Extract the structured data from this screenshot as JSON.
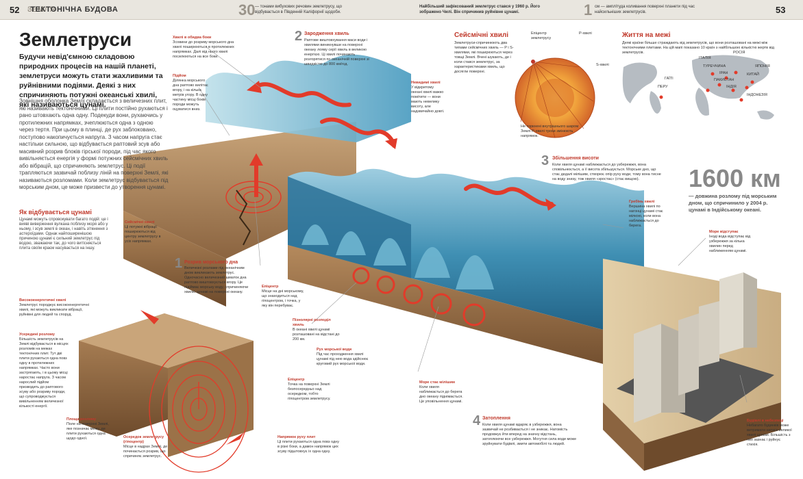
{
  "header": {
    "left_page": "52",
    "section_left": "ЗЕМЛЯ",
    "section_title": "ТЕКТОНІЧНА БУДОВА",
    "fact1_num": "30",
    "fact1_text": "— тонами вибухових речовин землетрусу, що відбувається в Південній Каліфорнії щодоби.",
    "fact2_text": "Найбільший зафіксований землетрус стався у 1960 р. Його зображено Чилі. Він спричинив руйнівне цунамі.",
    "fact3_num": "1",
    "fact3_text": "см — амплітуда коливання поверхні планети під час найсильніших землетрусів.",
    "right_page": "53"
  },
  "main": {
    "title": "Землетруси",
    "lead": "Будучи невід'ємною складовою природних процесів на нашій планеті, землетруси можуть стати жахливими та руйнівними подіями. Деякі з них спричиняють потужні океанські хвилі, які називаються цунамі.",
    "body": "Зовнішня оболонка Землі складається з величезних плит, які називають тектонічними. Ці плити постійно рухаються і рано штовхають одна одну. Подекуди вони, рухаючись у протилежних напрямках, зчеплюються одна з одною через тертя. При цьому в плинці, де рух заблоковано, поступово накопичується напруга. З часом напруга стає настільки сильною, що відбувається раптовий зсув або масивний розрив блоків гірської породи, під час якого вивільняється енергія у формі потужних сейсмічних хвиль або вібрацій, що спричиняють землетрус. Ці події трапляються зазвичай поблизу ліній на поверхні Землі, які називаються розломами. Коли землетрус відбувається під морським дном, це може призвести до утворення цунамі.",
    "tsunami_heading": "Як відбувається цунамі",
    "tsunami_body": "Цунамі можуть спровокувати багато подій: це і вияві виверження вулкана поблизу моря або у ньому, і зсув землі в океан, і навіть зіткнення з астероїдами. Однак найпоширенішою причиною цунамі є сильний землетрус під водою, зважаючи так, до чого витісняється плита своїм краєм насувається на іншу."
  },
  "labels": {
    "highwaves": "Хвилі в обидва боки\nЗсовини до розриву морського дна хвилі поширюються в протилежних напрямках. Далі від нього хвилі посилюються на все боки.",
    "rise": "Підйом\nДілянка морського дна раптово вилітає вгору, і на кілька метрів угору. В одну частину місці боків породи можуть оцуватися вниз.",
    "step2_num": "2",
    "step2_head": "Зародження хвиль",
    "step2_text": "Раптове виштовхування маси води і хвилями виникнувши на поверхні океану лояву серії хвиль в великою енергією. Ці хвилі починають розгорятися по океанічній поверхні зі швидкістю до 800 км/год.",
    "invisible": "Невидимі хвилі\nУ відкритому океані хвилі важко помітити — вони мають невелику висоту, але надзвичайно довгі.",
    "seismic_heading": "Сейсмічні хвилі",
    "seismic_text": "Землетруси-спричинюють два типами сейсмічних хвиль — P і S-хвилями, які поширюються через товщі Землі. Вчені шукають, де і коли стався землетрус, за характеристиками хвиль, що досягли поверхні.",
    "epicenter_small": "Епіцентр землетрусу",
    "pwaves": "P-хвилі",
    "swaves": "S-хвилі",
    "shadow_note": "Не торкнені внутрішнього шаром Землі P-хвилі трохи змінюють напрямок.",
    "life_heading": "Життя на межі",
    "life_text": "Деякі країни більше страждають від землетрусів, що вони розташовані на межі між тектонічними плитами. На цій мапі показано 10 країн з найбільшою кількістю жертв від землетрусів.",
    "map_countries": [
      "ІРАН",
      "КИТАЙ",
      "ПАКИСТАН",
      "ТУРЕЧЧИНА",
      "ІНДІЯ",
      "ЯПОНІЯ",
      "ПЕРУ",
      "ГАЇТІ",
      "ІНДОНЕЗІЯ",
      "РОСІЯ",
      "ІТАЛІЯ"
    ],
    "step3_num": "3",
    "step3_head": "Збільшення висоти",
    "step3_text": "Коли хвиля цунамі наближається до узбережжя, вона сповільнюється, а її висота збільшується. Морське дно, що стає дедалі мілішим, створює опір руху води, тому вона тисне на воду знизу, тож хвиля «зростає» (стає вищою).",
    "bignum": "1600 км",
    "bignum_text": "— довжина розлому під морським дном, що спричинило у 2004 р. цунамі в Індійському океані.",
    "crests": "Гребінь хвилі\nВершина хвилі по нагонці цунамі стає мілкою, коли вона наближається до берега.",
    "retreat": "Море відступає\nІноді вода відступає від узбережжя за кілька хвилин перед наближенням цунамі.",
    "seismic_waves_label": "Сейсмічні хвилі\nЦі потужні вібрації поширюються від центру землетрусу в усіх напрямках.",
    "step1_num": "1",
    "step1_head": "Розрив морського дна",
    "step1_text": "Величезні розлами під океанічним дном викликають землетрус. Одночасно величезний шматок дна раптово виштовхується вгору. Це підіймає морську воду, спричиняючи хвилю цунамі на поверхні океану.",
    "epicenter_water": "Епіцентр\nМісце на дні морському, що знаходиться над гіпоцентром, і точка, у яку він перебуває.",
    "wavelength": "Пізнолярні розподіл хвиль\nВ океані хвилі цунамі розташовані на відстані до 200 км.",
    "circular": "Рух морської води\nПід час проходження хвилі цунамі під нею вода здійснює круговий рух морської води.",
    "shallow": "Море стає мілішим\nКоли хвиля наближається до берега дно океану піднімається. Це уповільнення цунамі.",
    "step4_num": "4",
    "step4_head": "Затоплення",
    "step4_text": "Коли хвиля цунамі вдаряє в узбережжя, вона зазвичай не розбивається і не зникає. Натомість продовжує йти вперед на значну відстань, затоплюючи все узбережжя. Могутня сила води може зруйнувати будівлі, змити автомобілі та людей.",
    "buildings": "Будівлі в небезпеці\nНебагато будинків може витримати натиск великої хвилі цунамі. Більшість з них зазнає і руйнує стихія.",
    "highenergy": "Високоенергетичні хвилі\nЗемлетрус породжує високоенергетичні хвилі, які можуть викликати вібрації, руйнівні для людей та споруд.",
    "stress": "Усередині розлому\nБільшість землетрусів на Землі відбувається в місцях розломів на межах тектонічних плит. Тут дві плити рухаються одна повз одну в протилежних напрямках. Часто вони застрягають, і в цьому місці наростає напруга. З часом нарослий підйом призводить до раптового зсуву або розриву породи, що супроводжується вивільненням величезної кількості енергії.",
    "fault_plane": "Площа розлому\nПоле на поверхні Землі, яке позначає межу, де плити рухаються одна щодо одної.",
    "focus": "Осередок землетрусу (гіпоцентр)\nМісце в надрах Землі, де починається розрив, що спричиняє землетрус.",
    "epicenter_ground": "Епіцентр\nТочка на поверхні Землі безпосередньо над осередком, тобто гіпоцентром землетрусу.",
    "plate_motion": "Напрямок руху плит\nЦі плити рухаються одна повз одну в різні боки, а дамон напрямок цих зсуву підштовхує іх одна одну."
  }
}
